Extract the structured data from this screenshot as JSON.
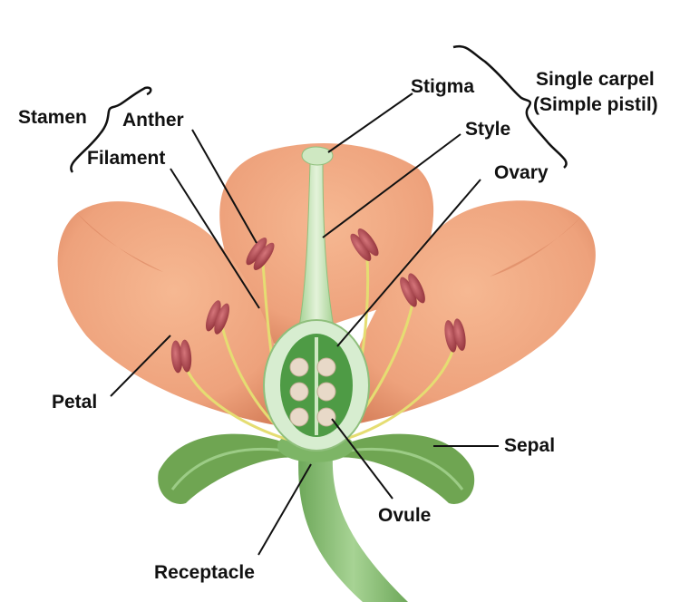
{
  "labels": {
    "stamen": "Stamen",
    "anther": "Anther",
    "filament": "Filament",
    "stigma": "Stigma",
    "style": "Style",
    "ovary": "Ovary",
    "single_carpel_line1": "Single carpel",
    "single_carpel_line2": "(Simple pistil)",
    "petal": "Petal",
    "sepal": "Sepal",
    "ovule": "Ovule",
    "receptacle": "Receptacle"
  },
  "colors": {
    "petal": "#efa57f",
    "petal_shadow": "#d9835c",
    "stem": "#8cc078",
    "sepal": "#6fa552",
    "ovary_wall": "#d7edd0",
    "ovary_inner": "#4e9b45",
    "ovule": "#e8d9c8",
    "anther": "#b2444c",
    "filament": "#e5dd72",
    "leader_line": "#111111"
  }
}
